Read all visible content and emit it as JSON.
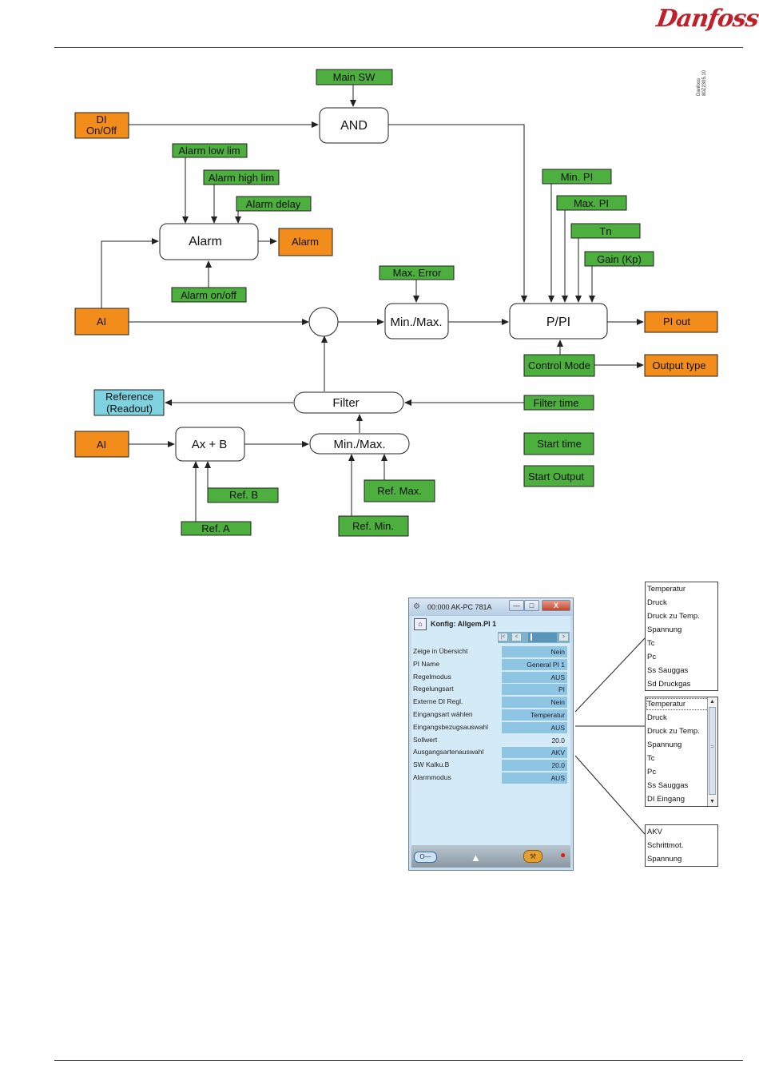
{
  "brand": {
    "logo_text": "Danfoss",
    "doc_id_lines": [
      "Danfoss",
      "80Z2305.10"
    ]
  },
  "diagram": {
    "main_sw": "Main SW",
    "and": "AND",
    "di_line1": "DI",
    "di_line2": "On/Off",
    "alarm_low_lim": "Alarm low lim",
    "alarm_high_lim": "Alarm high lim",
    "alarm_delay": "Alarm delay",
    "alarm_block": "Alarm",
    "alarm_out": "Alarm",
    "alarm_on_off": "Alarm on/off",
    "ai_1": "AI",
    "max_error": "Max. Error",
    "minmax_1": "Min./Max.",
    "min_pi": "Min. PI",
    "max_pi": "Max. PI",
    "tn": "Tn",
    "gain_kp": "Gain (Kp)",
    "ppi": "P/PI",
    "pi_out": "PI out",
    "control_mode": "Control Mode",
    "output_type": "Output type",
    "reference_line1": "Reference",
    "reference_line2": "(Readout)",
    "filter": "Filter",
    "filter_time": "Filter time",
    "ai_2": "AI",
    "axb": "Ax + B",
    "minmax_2": "Min./Max.",
    "start_time": "Start time",
    "start_output": "Start Output",
    "ref_b": "Ref. B",
    "ref_max": "Ref. Max.",
    "ref_a": "Ref. A",
    "ref_min": "Ref. Min."
  },
  "colors": {
    "green": "#4caf3e",
    "orange": "#f28c1a",
    "cyan": "#7fd3e0",
    "arrow": "#222222"
  },
  "window": {
    "title": "00:000 AK-PC 781A",
    "minimize_icon": "minimize-icon",
    "maximize_icon": "maximize-icon",
    "close_glyph": "X",
    "header": "Konfig: Allgem.PI 1",
    "rows": [
      {
        "label": "Zeige in Übersicht",
        "value": "Nein"
      },
      {
        "label": "PI Name",
        "value": "General PI 1"
      },
      {
        "label": "Regelmodus",
        "value": "AUS"
      },
      {
        "label": "Regelungsart",
        "value": "PI"
      },
      {
        "label": "Externe DI Regl.",
        "value": "Nein"
      },
      {
        "label": "Eingangsart wählen",
        "value": "Temperatur"
      },
      {
        "label": "Eingangsbezugsauswahl",
        "value": "AUS"
      },
      {
        "label": "Sollwert",
        "value": "20.0"
      },
      {
        "label": "Ausgangsartenauswahl",
        "value": "AKV"
      },
      {
        "label": "SW Kalku.B",
        "value": "20.0"
      },
      {
        "label": "Alarmmodus",
        "value": "AUS"
      }
    ]
  },
  "lists": {
    "input_type": [
      "Temperatur",
      "Druck",
      "Druck zu Temp.",
      "Spannung",
      "Tc",
      "Pc",
      "Ss Sauggas",
      "Sd Druckgas"
    ],
    "input_ref": [
      "Temperatur",
      "Druck",
      "Druck zu Temp.",
      "Spannung",
      "Tc",
      "Pc",
      "Ss Sauggas",
      "DI Eingang"
    ],
    "output_type": [
      "AKV",
      "Schrittmot.",
      "Spannung"
    ]
  }
}
